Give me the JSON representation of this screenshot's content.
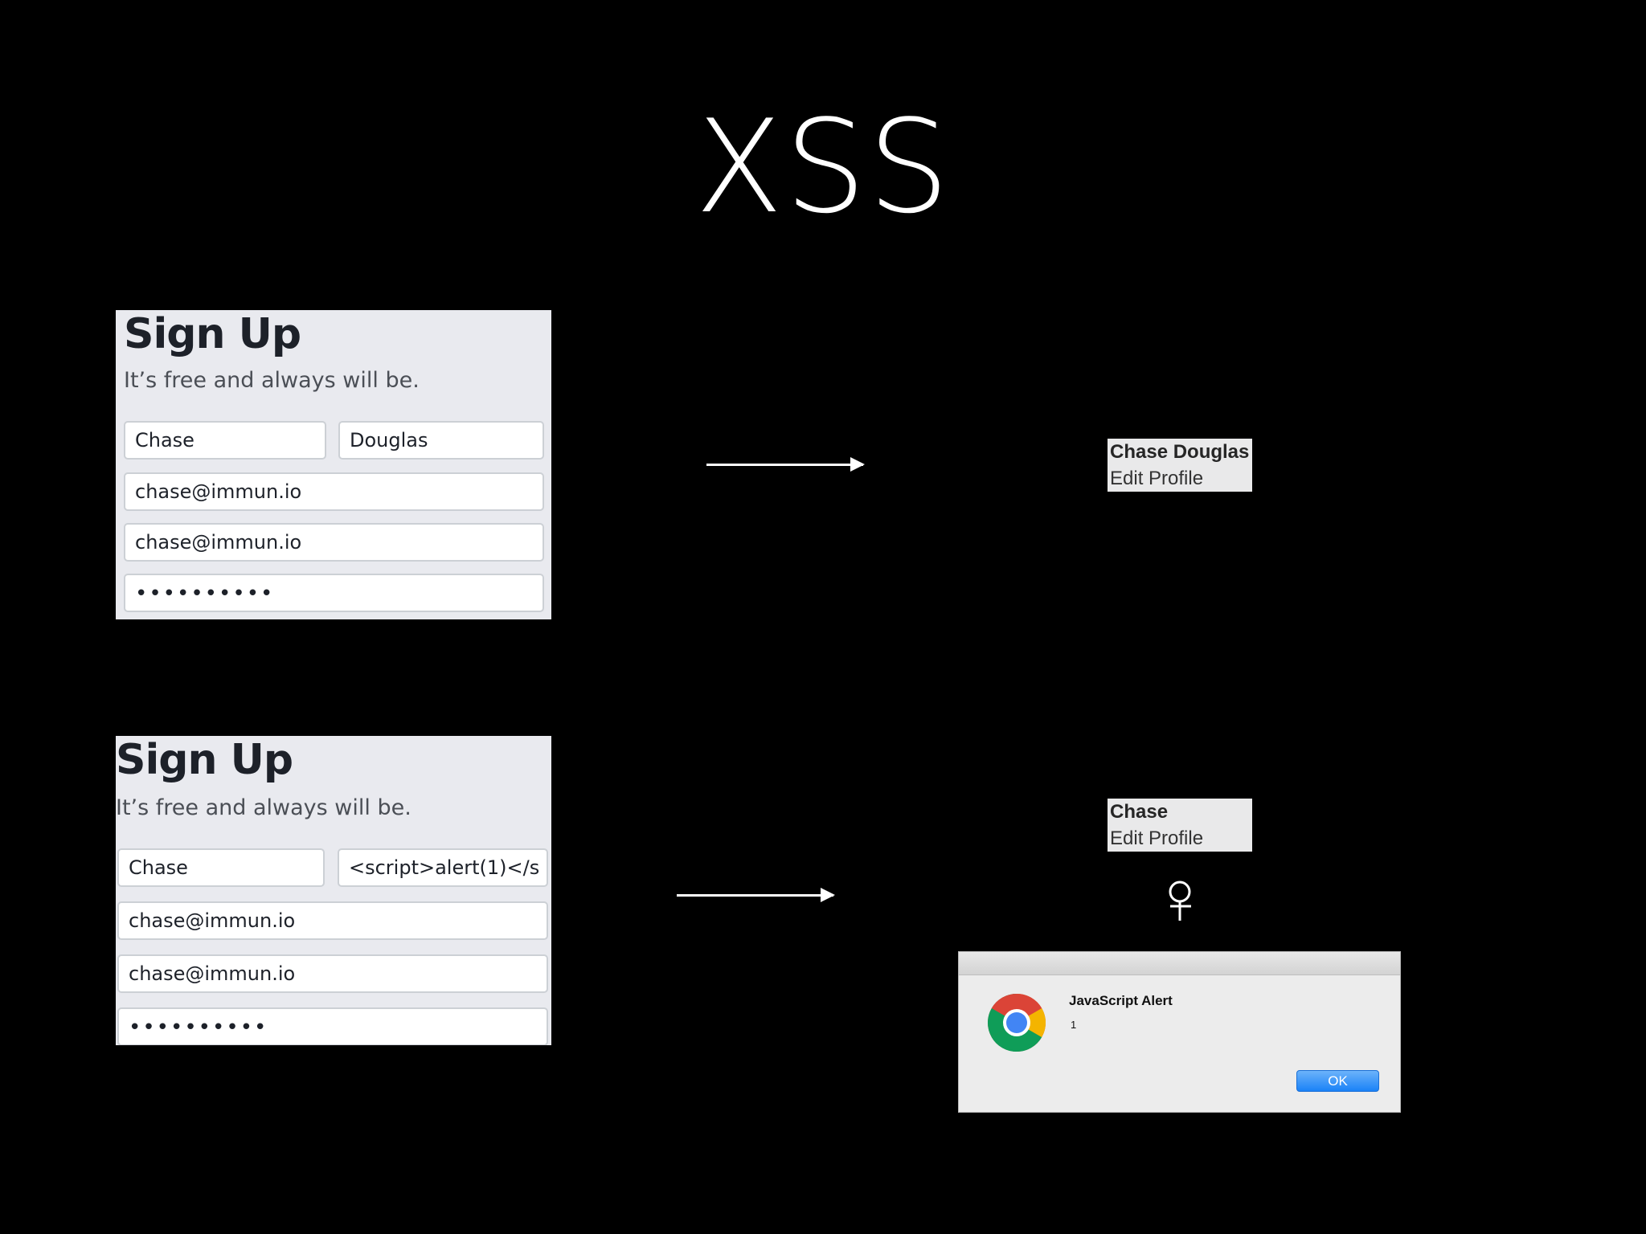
{
  "slide": {
    "title": "XSS"
  },
  "form_normal": {
    "heading": "Sign Up",
    "subheading": "It’s free and always will be.",
    "first_name": "Chase",
    "last_name": "Douglas",
    "email": "chase@immun.io",
    "email_confirm": "chase@immun.io",
    "password": "••••••••••"
  },
  "form_attack": {
    "heading": "Sign Up",
    "subheading": "It’s free and always will be.",
    "first_name": "Chase",
    "last_name": "<script>alert(1)</s",
    "email": "chase@immun.io",
    "email_confirm": "chase@immun.io",
    "password": "••••••••••"
  },
  "profile_normal": {
    "name": "Chase Douglas",
    "edit_link": "Edit Profile"
  },
  "profile_attack": {
    "name": "Chase",
    "edit_link": "Edit Profile"
  },
  "alert_dialog": {
    "title": "JavaScript Alert",
    "message": "1",
    "ok_label": "OK"
  },
  "icons": [
    "right-arrow-icon",
    "hand-cursor-icon",
    "chrome-logo-icon"
  ]
}
